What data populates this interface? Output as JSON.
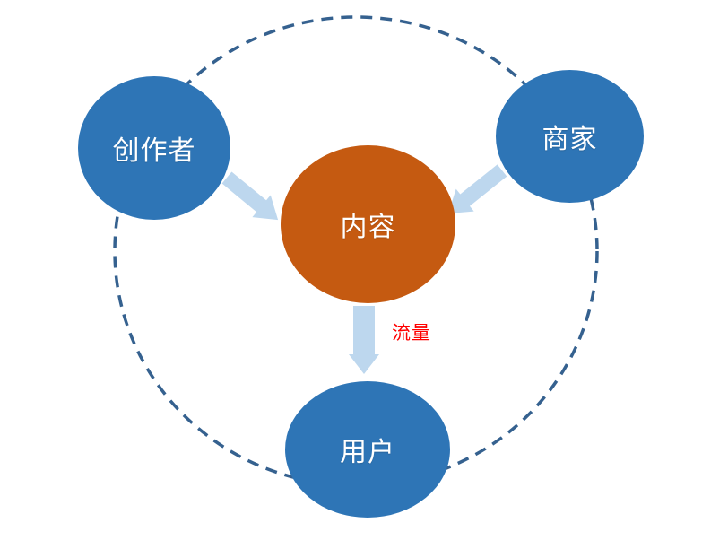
{
  "diagram": {
    "type": "ecosystem-cycle",
    "background_color": "#FFFFFF",
    "boundary": {
      "shape": "dashed-ellipse",
      "stroke_color": "#35618F"
    },
    "nodes": [
      {
        "id": "creator",
        "label": "创作者",
        "fill": "#2E75B6",
        "text_color": "#FFFFFF"
      },
      {
        "id": "merchant",
        "label": "商家",
        "fill": "#2E75B6",
        "text_color": "#FFFFFF"
      },
      {
        "id": "content",
        "label": "内容",
        "fill": "#C55A11",
        "text_color": "#FFFFFF"
      },
      {
        "id": "user",
        "label": "用户",
        "fill": "#2E75B6",
        "text_color": "#FFFFFF"
      }
    ],
    "edges": [
      {
        "from": "创作者",
        "to": "内容",
        "label": "",
        "arrow_color": "#BDD7EE"
      },
      {
        "from": "商家",
        "to": "内容",
        "label": "",
        "arrow_color": "#BDD7EE"
      },
      {
        "from": "内容",
        "to": "用户",
        "label": "流量",
        "label_color": "#FF0000",
        "arrow_color": "#BDD7EE"
      }
    ]
  }
}
